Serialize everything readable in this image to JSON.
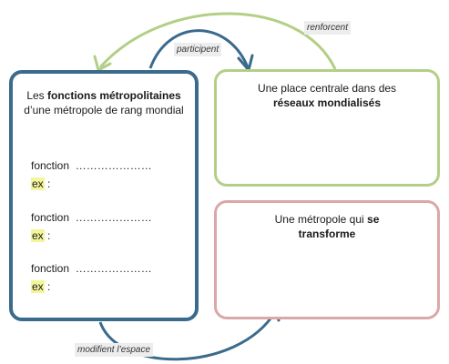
{
  "colors": {
    "blue": "#3a6a8c",
    "green": "#b3cf86",
    "pink": "#dba7a8",
    "highlight": "#f3f59a"
  },
  "box_left": {
    "title_prefix": "Les ",
    "title_bold": "fonctions métropolitaines",
    "title_suffix": "d’une métropole de rang mondial",
    "rows": [
      {
        "fonction": "fonction",
        "dots": "…………………",
        "ex": "ex",
        "colon": " :"
      },
      {
        "fonction": "fonction",
        "dots": "…………………",
        "ex": "ex",
        "colon": " :"
      },
      {
        "fonction": "fonction",
        "dots": "…………………",
        "ex": "ex",
        "colon": " :"
      }
    ]
  },
  "box_top_right": {
    "title_prefix": "Une place centrale dans des",
    "title_bold": "réseaux mondialisés"
  },
  "box_bottom_right": {
    "title_prefix": "Une métropole qui ",
    "title_bold_1": "se",
    "title_bold_2": "transforme"
  },
  "arrows": {
    "participent": "participent",
    "renforcent": "renforcent",
    "modifient": "modifient l’espace"
  }
}
